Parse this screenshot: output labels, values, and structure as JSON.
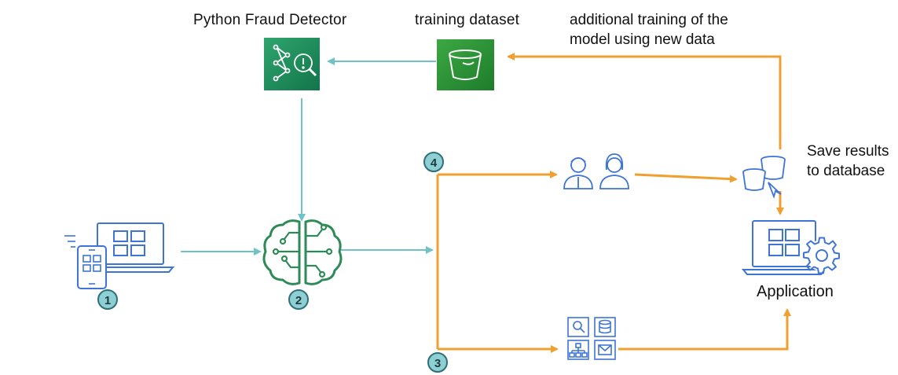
{
  "labels": {
    "detector": "Python Fraud Detector",
    "dataset": "training dataset",
    "retrain_line1": "additional training of the",
    "retrain_line2": "model using new data",
    "save_line1": "Save results",
    "save_line2": "to database",
    "application": "Application"
  },
  "steps": {
    "step1": "1",
    "step2": "2",
    "step3": "3",
    "step4": "4"
  },
  "icons": {
    "detector": "fraud-detector-icon",
    "dataset": "bucket-icon",
    "ml": "brain-circuit-icon",
    "devices": "laptop-phone-icon",
    "reviewers": "people-icon",
    "database": "buckets-icon",
    "services": "services-grid-icon",
    "application": "laptop-gear-icon"
  },
  "colors": {
    "teal_flow": "#6fc3c6",
    "orange_flow": "#f0a030",
    "aws_green": "#1e8a52",
    "ml_green": "#2e8b57",
    "icon_blue": "#3d74d6",
    "badge_fill": "#8ecfd4",
    "badge_stroke": "#2f6f7a"
  }
}
